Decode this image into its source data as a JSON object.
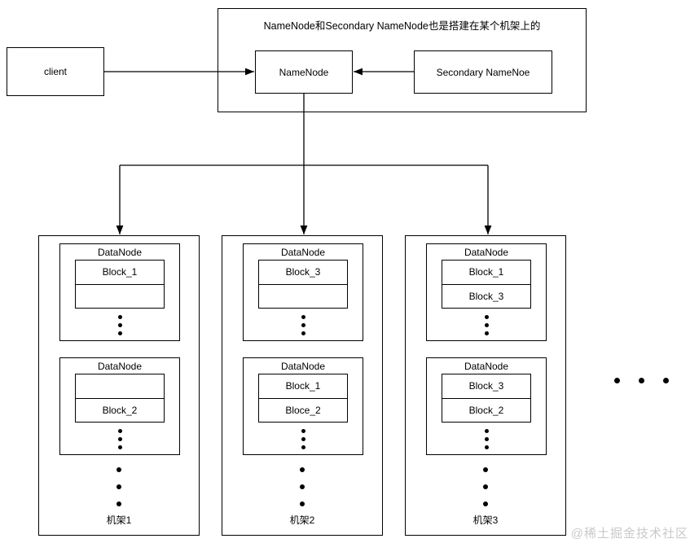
{
  "colors": {
    "stroke": "#000000",
    "background": "#ffffff",
    "text": "#000000",
    "watermark": "#c9c9c9"
  },
  "top_group": {
    "note": "NameNode和Secondary NameNode也是搭建在某个机架上的",
    "namenode_label": "NameNode",
    "secondary_label": "Secondary NameNoe"
  },
  "client_label": "client",
  "racks": [
    {
      "label": "机架1",
      "datanodes": [
        {
          "title": "DataNode",
          "blocks": [
            "Block_1",
            ""
          ]
        },
        {
          "title": "DataNode",
          "blocks": [
            "",
            "Block_2"
          ]
        }
      ]
    },
    {
      "label": "机架2",
      "datanodes": [
        {
          "title": "DataNode",
          "blocks": [
            "Block_3",
            ""
          ]
        },
        {
          "title": "DataNode",
          "blocks": [
            "Block_1",
            "Bloce_2"
          ]
        }
      ]
    },
    {
      "label": "机架3",
      "datanodes": [
        {
          "title": "DataNode",
          "blocks": [
            "Block_1",
            "Block_3"
          ]
        },
        {
          "title": "DataNode",
          "blocks": [
            "Block_3",
            "Block_2"
          ]
        }
      ]
    }
  ],
  "watermark": "@稀土掘金技术社区"
}
